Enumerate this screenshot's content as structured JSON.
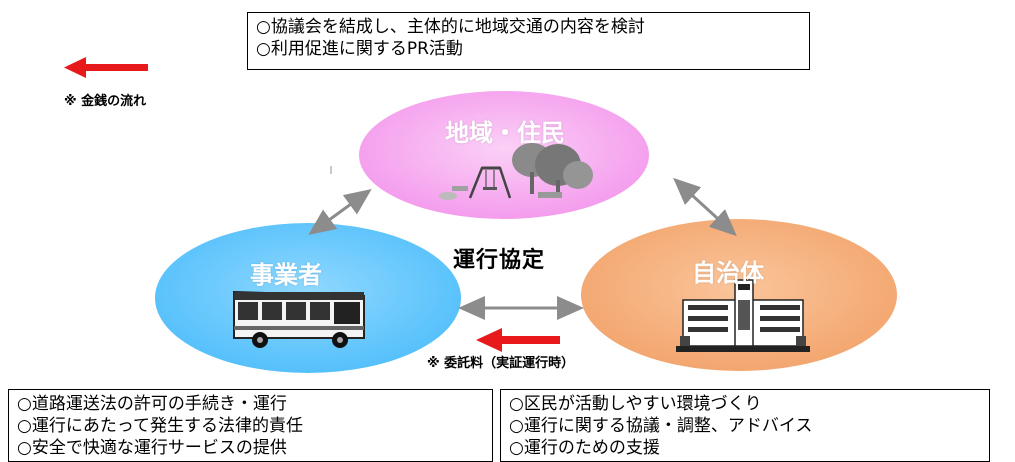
{
  "top_box": {
    "lines": [
      "○協議会を結成し、主体的に地域交通の内容を検討",
      "○利用促進に関するPR活動"
    ]
  },
  "legend": {
    "money_flow_note": "※ 金銭の流れ",
    "arrow_color": "#e8191b"
  },
  "center": {
    "agreement_label": "運行協定"
  },
  "nodes": {
    "residents": {
      "label": "地域・住民",
      "color": "#f7a8f0",
      "icon": "park-icon"
    },
    "operator": {
      "label": "事業者",
      "color": "#66c8ff",
      "icon": "bus-icon"
    },
    "municipality": {
      "label": "自治体",
      "color": "#f5b07f",
      "icon": "building-icon"
    }
  },
  "commission_note": "※ 委託料（実証運行時）",
  "bottom_left_box": {
    "lines": [
      "○道路運送法の許可の手続き・運行",
      "○運行にあたって発生する法律的責任",
      "○安全で快適な運行サービスの提供"
    ]
  },
  "bottom_right_box": {
    "lines": [
      "○区民が活動しやすい環境づくり",
      "○運行に関する協議・調整、アドバイス",
      "○運行のための支援"
    ]
  }
}
